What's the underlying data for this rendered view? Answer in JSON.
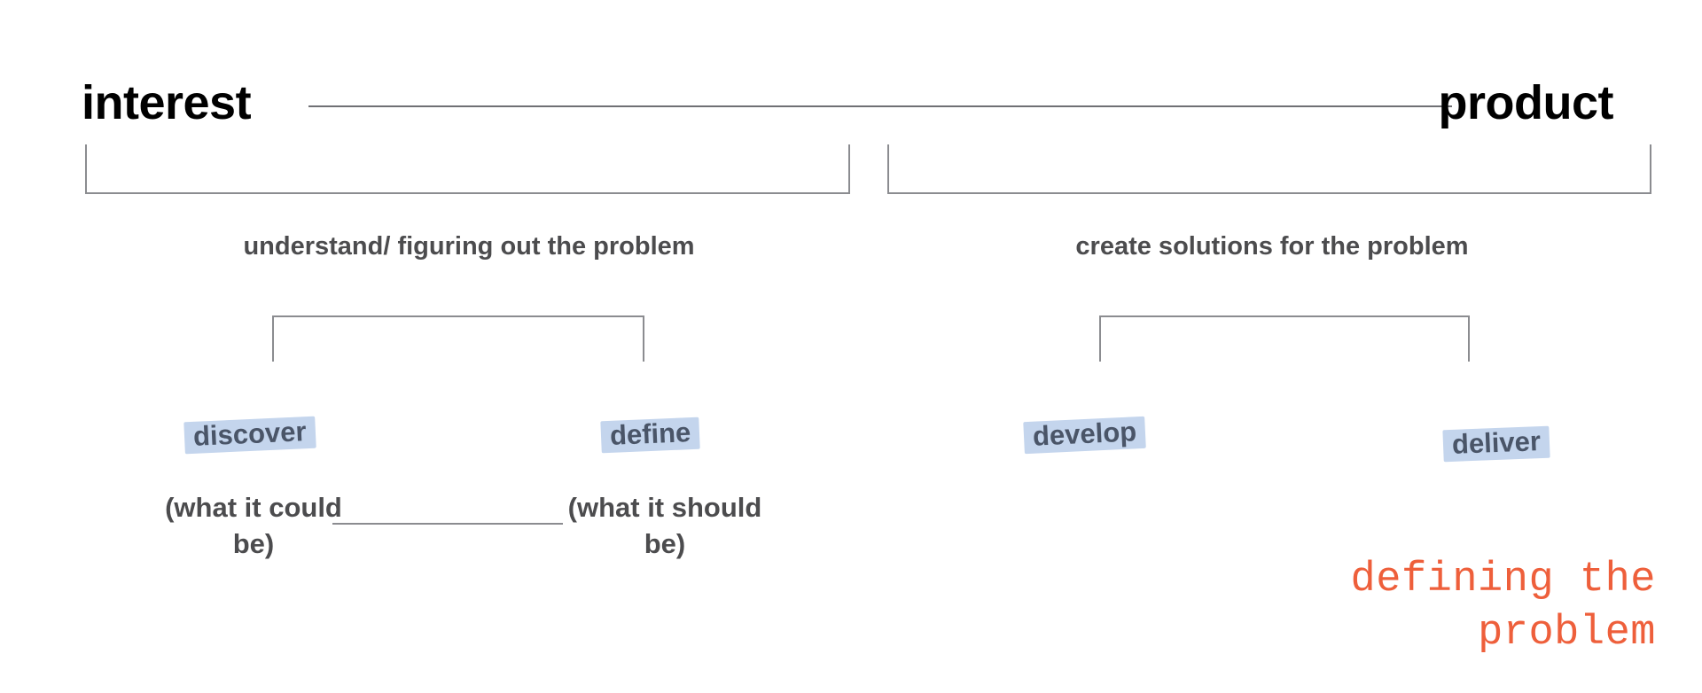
{
  "diagram": {
    "type": "double-diamond-process",
    "title_left": "interest",
    "title_right": "product",
    "captions": {
      "left": "understand/ figuring out the problem",
      "right": "create solutions for the problem"
    },
    "phases": [
      {
        "label": "discover",
        "note": "(what it\ncould be)",
        "group": "problem"
      },
      {
        "label": "define",
        "note": "(what it\nshould be)",
        "group": "problem"
      },
      {
        "label": "develop",
        "note": "",
        "group": "solution"
      },
      {
        "label": "deliver",
        "note": "",
        "group": "solution"
      }
    ],
    "notes": {
      "left": "(what it could be)",
      "right": "(what it should be)"
    },
    "annotation": "defining the\nproblem",
    "colors": {
      "highlight": "#c4d5ed",
      "phase_text": "#4a5568",
      "annotation": "#ee5f3b",
      "bracket": "#8b8c90",
      "title": "#000000",
      "caption": "#4c4c4e",
      "background": "#ffffff"
    }
  }
}
